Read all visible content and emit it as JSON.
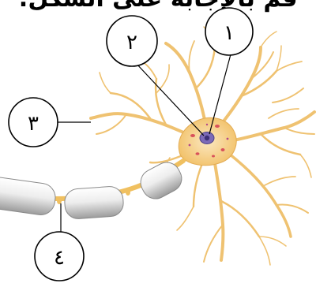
{
  "heading": "قم بالإجابة على الشكل:",
  "labels": [
    "١",
    "٢",
    "٣",
    "٤"
  ],
  "colors": {
    "dendrite": "#f3c97a",
    "dendrite_edge": "#e0a84e",
    "nucleus": "#6a55a8",
    "myelin": "#e6e6e6",
    "myelin_shade": "#9a9a9a",
    "axon": "#f0c060",
    "line": "#000000"
  }
}
